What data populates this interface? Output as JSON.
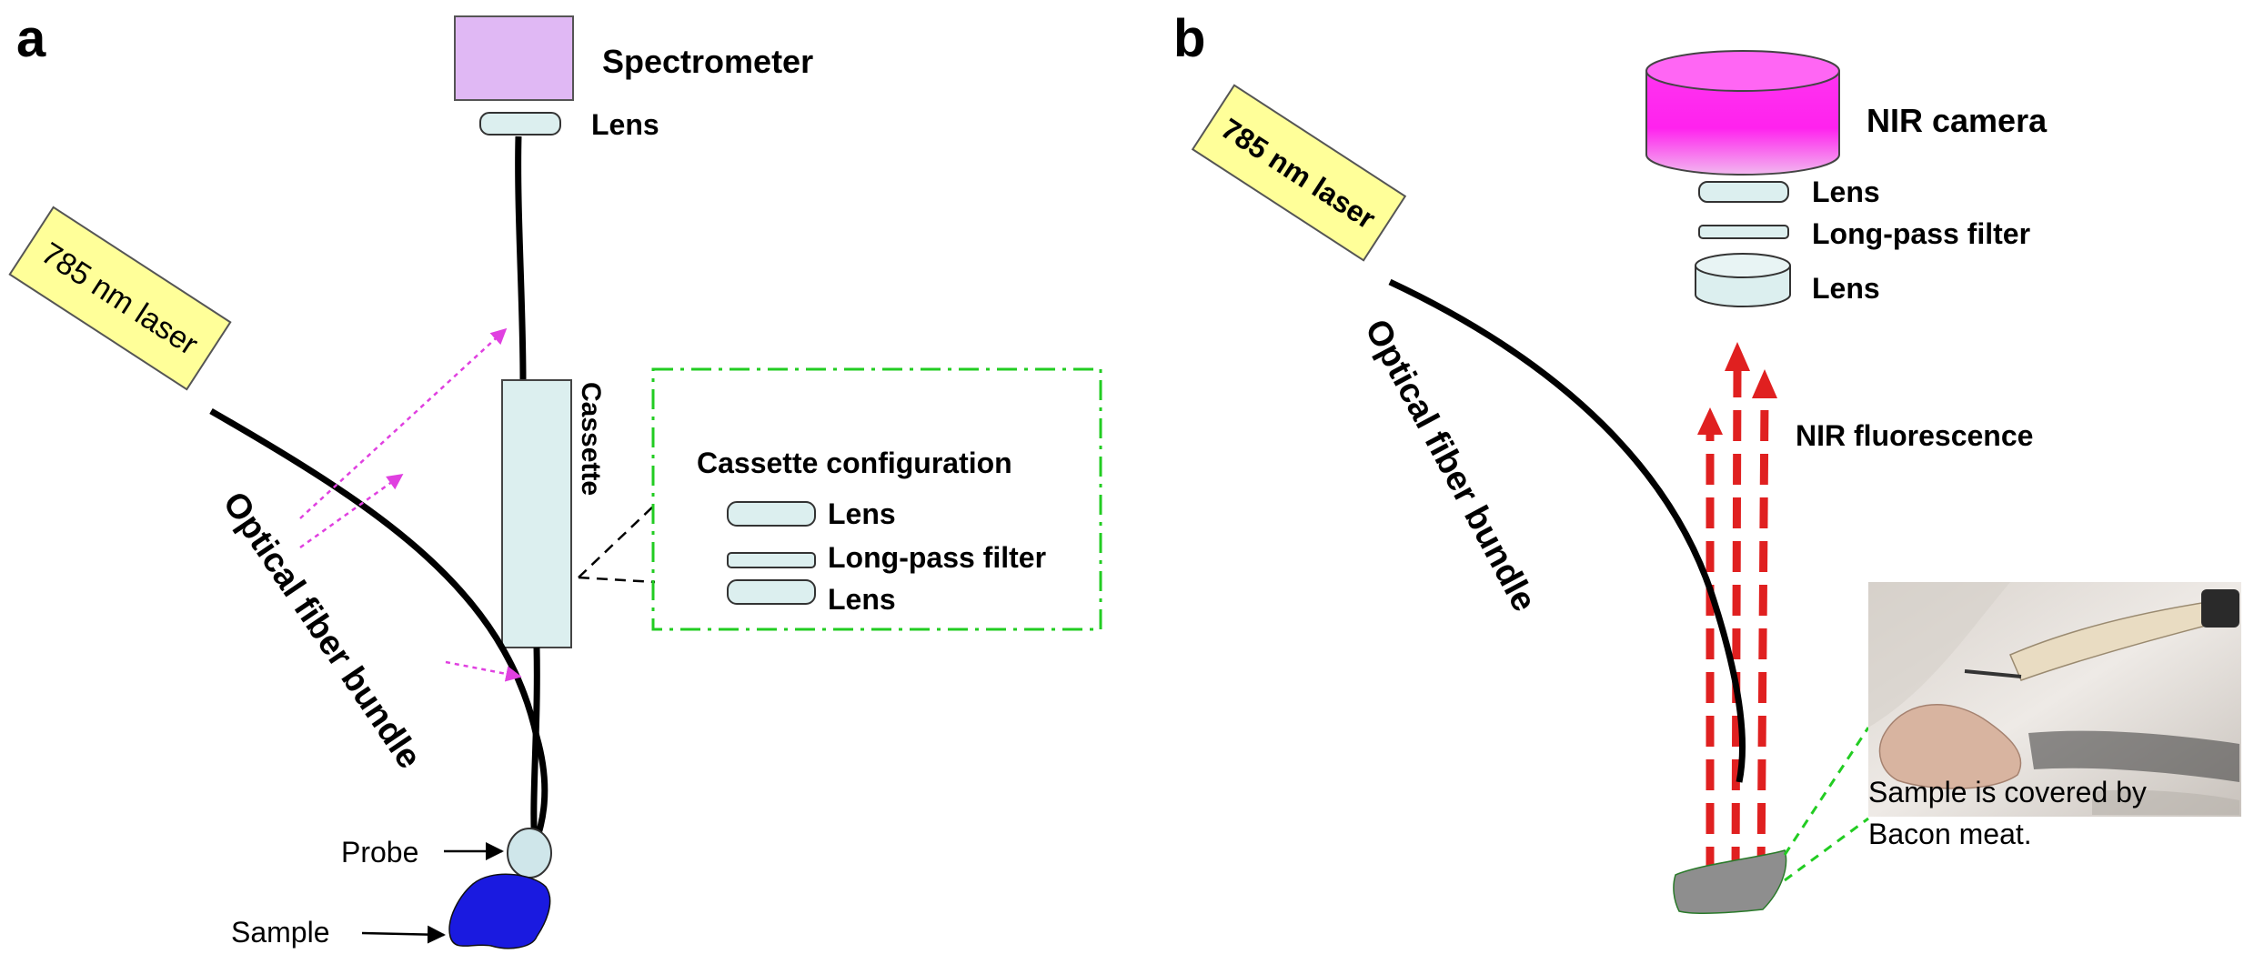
{
  "panel_a": {
    "panel_label": "a",
    "spectrometer_label": "Spectrometer",
    "lens_label": "Lens",
    "laser_label": "785 nm laser",
    "fiber_label": "Optical fiber bundle",
    "cassette_label": "Cassette",
    "cassette_config": {
      "title": "Cassette configuration",
      "items": [
        "Lens",
        "Long-pass filter",
        "Lens"
      ]
    },
    "probe_label": "Probe",
    "sample_label": "Sample"
  },
  "panel_b": {
    "panel_label": "b",
    "camera_label": "NIR camera",
    "optics": [
      "Lens",
      "Long-pass filter",
      "Lens"
    ],
    "laser_label": "785 nm laser",
    "fiber_label": "Optical fiber bundle",
    "fluorescence_label": "NIR fluorescence",
    "sample_note_line1": "Sample is covered by",
    "sample_note_line2": "Bacon meat."
  },
  "colors": {
    "spectrometer": "#e0b8f4",
    "laser_box": "#ffff99",
    "optic": "#dcefef",
    "sample_blue": "#1a1ae0",
    "camera_magenta": "#ff22ee",
    "fluorescence_red": "#e02020",
    "config_border": "#22cc22",
    "pink_arrow": "#e040e0",
    "gray_sample": "#8e8e8e"
  }
}
